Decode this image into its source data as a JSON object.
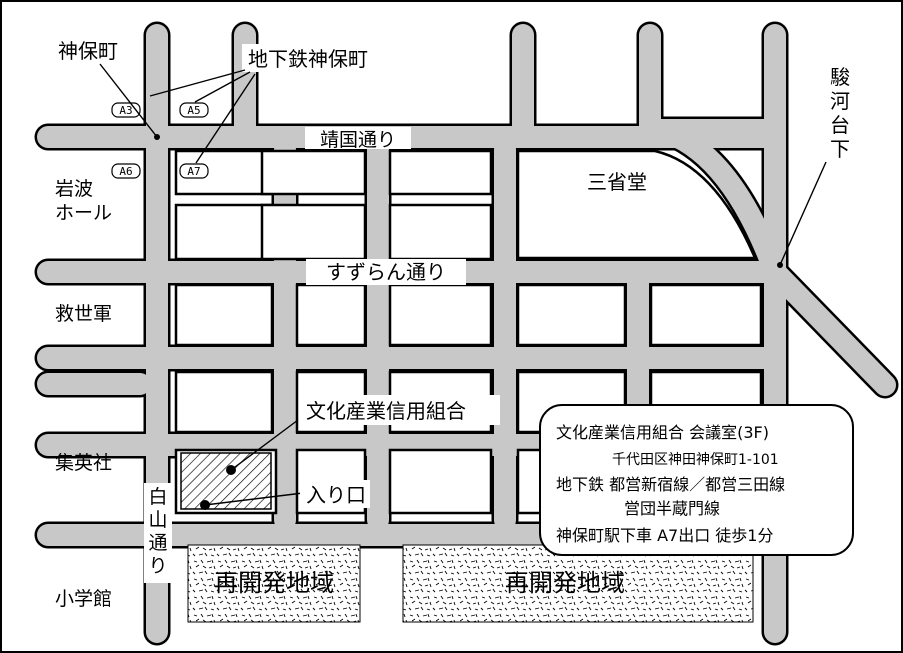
{
  "stations": {
    "jinbocho": "神保町",
    "subway_jinbocho": "地下鉄神保町",
    "surugadai": [
      "駿",
      "河",
      "台",
      "下"
    ]
  },
  "exits": {
    "a3": "A3",
    "a5": "A5",
    "a6": "A6",
    "a7": "A7"
  },
  "streets": {
    "yasukuni": "靖国通り",
    "suzuran": "すずらん通り",
    "hakusan": [
      "白",
      "山",
      "通",
      "り"
    ]
  },
  "landmarks": {
    "sanseido": "三省堂",
    "iwanami_1": "岩波",
    "iwanami_2": "ホール",
    "kyuseigun": "救世軍",
    "shueisha": "集英社",
    "shogakukan": "小学館"
  },
  "labels": {
    "venue": "文化産業信用組合",
    "entrance": "入り口",
    "redevelopment_1": "再開発地域",
    "redevelopment_2": "再開発地域"
  },
  "info": {
    "line1": "文化産業信用組合 会議室(3F)",
    "line2": "千代田区神田神保町1-101",
    "line3": "地下鉄 都営新宿線／都営三田線",
    "line4": "営団半蔵門線",
    "line5": "神保町駅下車 A7出口 徒歩1分"
  }
}
